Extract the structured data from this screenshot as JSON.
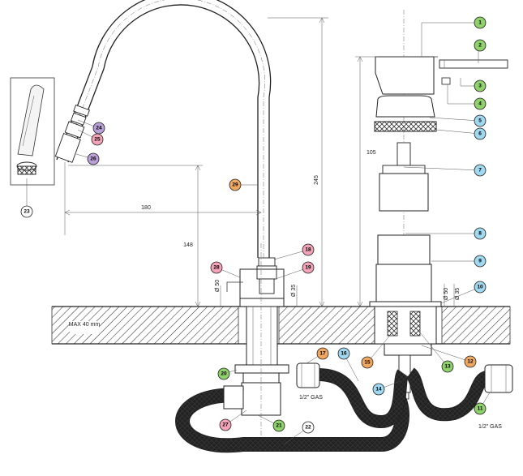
{
  "dimensions": {
    "total_height": "245",
    "spout_reach": "180",
    "spout_height": "148",
    "cartridge_height": "105",
    "base_diameter": "Ø 50",
    "hole_diameter": "Ø 35",
    "cartridge_base_diameter": "Ø 50",
    "cartridge_hole_diameter": "Ø 35",
    "deck_thickness": "MAX 40 mm",
    "hose_thread_left": "1/2\" GAS",
    "hose_thread_right": "1/2\" GAS"
  },
  "callouts": [
    {
      "label": "1",
      "color": "#8fd16a"
    },
    {
      "label": "2",
      "color": "#8fd16a"
    },
    {
      "label": "3",
      "color": "#8fd16a"
    },
    {
      "label": "4",
      "color": "#8fd16a"
    },
    {
      "label": "5",
      "color": "#9fd8ef"
    },
    {
      "label": "6",
      "color": "#9fd8ef"
    },
    {
      "label": "7",
      "color": "#9fd8ef"
    },
    {
      "label": "8",
      "color": "#9fd8ef"
    },
    {
      "label": "9",
      "color": "#9fd8ef"
    },
    {
      "label": "10",
      "color": "#9fd8ef"
    },
    {
      "label": "11",
      "color": "#8fd16a"
    },
    {
      "label": "12",
      "color": "#f0a860"
    },
    {
      "label": "13",
      "color": "#8fd16a"
    },
    {
      "label": "14",
      "color": "#9fd8ef"
    },
    {
      "label": "15",
      "color": "#f0a860"
    },
    {
      "label": "16",
      "color": "#9fd8ef"
    },
    {
      "label": "17",
      "color": "#f0a860"
    },
    {
      "label": "18",
      "color": "#f2a3b8"
    },
    {
      "label": "19",
      "color": "#f2a3b8"
    },
    {
      "label": "20",
      "color": "#8fd16a"
    },
    {
      "label": "21",
      "color": "#8fd16a"
    },
    {
      "label": "22",
      "color": "#ffffff"
    },
    {
      "label": "23",
      "color": "#ffffff"
    },
    {
      "label": "24",
      "color": "#b9a0d8"
    },
    {
      "label": "25",
      "color": "#f2a3b8"
    },
    {
      "label": "26",
      "color": "#b9a0d8"
    },
    {
      "label": "27",
      "color": "#f2a3b8"
    },
    {
      "label": "28",
      "color": "#f2a3b8"
    },
    {
      "label": "29",
      "color": "#f0a860"
    }
  ]
}
